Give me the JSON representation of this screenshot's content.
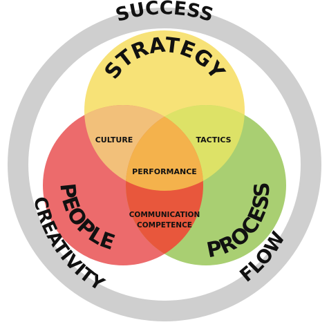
{
  "ring": {
    "top_label": "SUCCESS",
    "left_label": "CREATIVITY",
    "right_label": "FLOW",
    "color": "#cfcfcf"
  },
  "circles": {
    "strategy": {
      "label": "STRATEGY",
      "color": "#f7e277"
    },
    "people": {
      "label": "PEOPLE",
      "color": "#ec6b6c"
    },
    "process": {
      "label": "PROCESS",
      "color": "#a9cf72"
    }
  },
  "overlaps": {
    "strategy_people": {
      "label": "CULTURE",
      "color": "#f2c07a"
    },
    "strategy_process": {
      "label": "TACTICS",
      "color": "#dde267"
    },
    "people_process": {
      "line1": "COMMUNICATION",
      "line2": "COMPETENCE",
      "color": "#e8573c"
    },
    "center": {
      "label": "PERFORMANCE",
      "color": "#f4b24c"
    }
  }
}
